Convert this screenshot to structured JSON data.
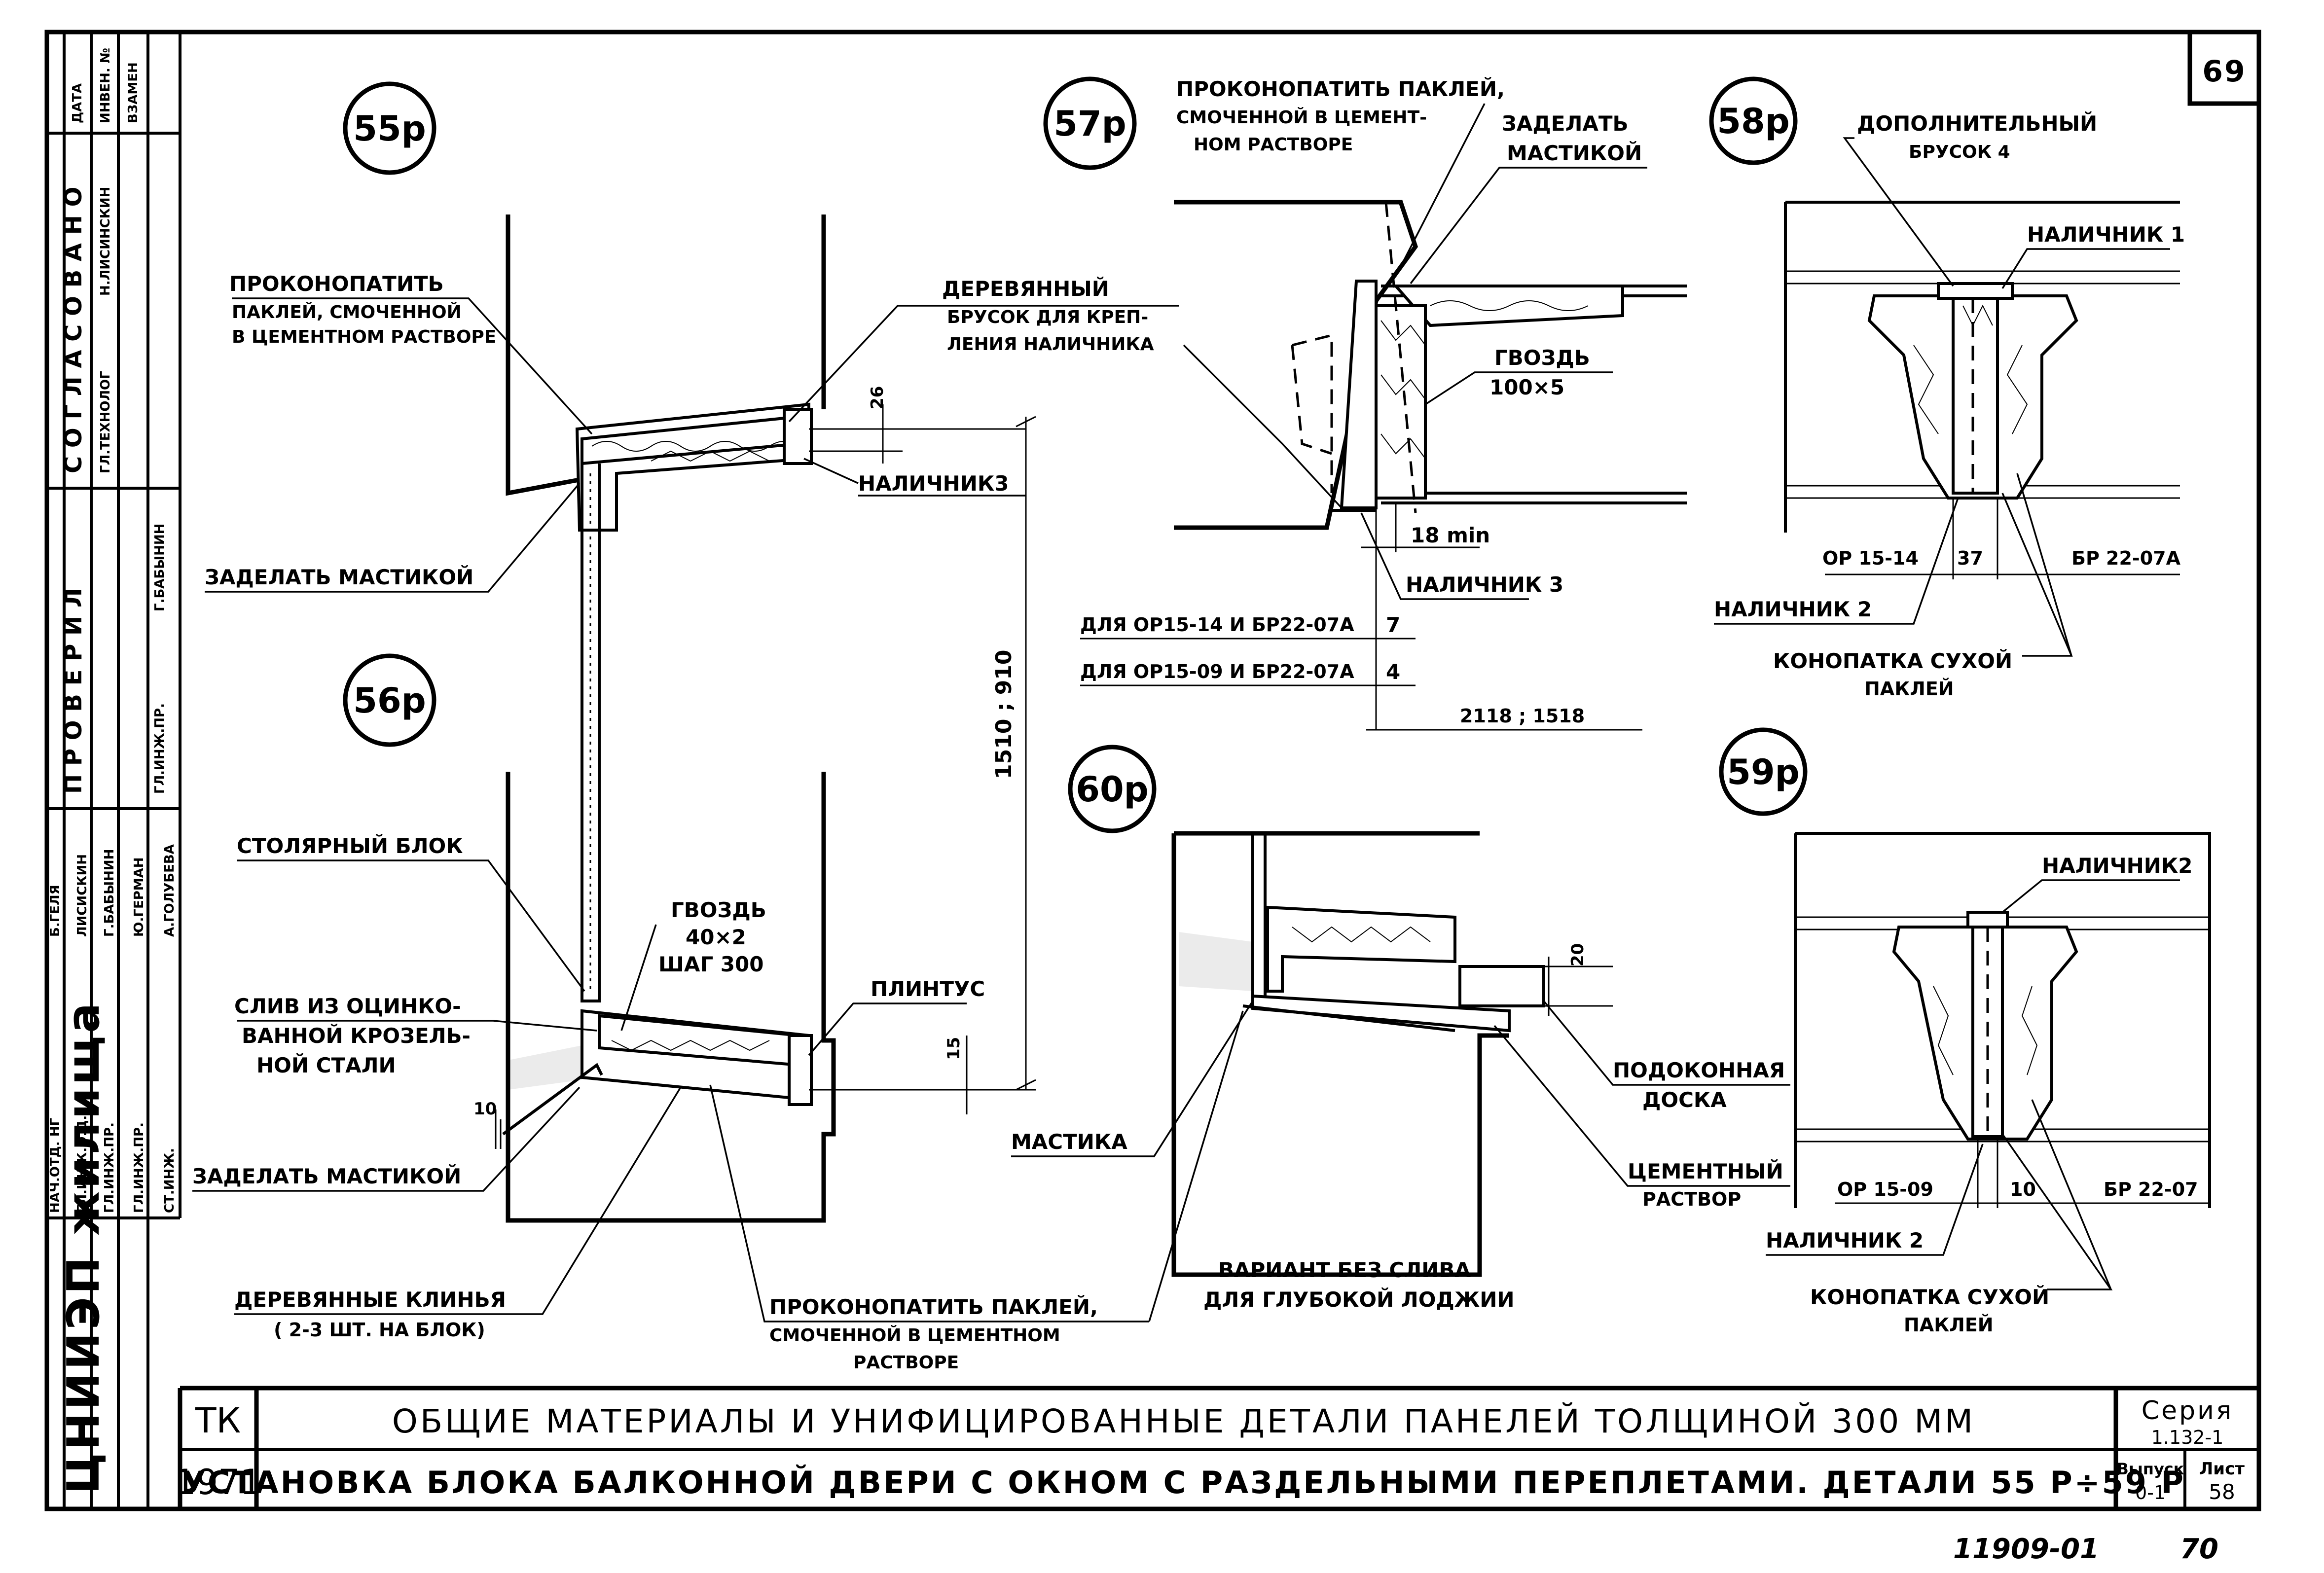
{
  "sheet_number": "69",
  "footer_handwritten": {
    "code": "11909-01",
    "page": "70"
  },
  "title_block": {
    "tk": "ТК",
    "year": "1971",
    "title_line1": "ОБЩИЕ МАТЕРИАЛЫ И УНИФИЦИРОВАННЫЕ ДЕТАЛИ ПАНЕЛЕЙ ТОЛЩИНОЙ 300 ММ",
    "title_line2": "УСТАНОВКА БЛОКА БАЛКОННОЙ ДВЕРИ С ОКНОМ С РАЗДЕЛЬНЫМИ ПЕРЕПЛЕТАМИ. ДЕТАЛИ 55 Р÷59 Р",
    "series_label": "Серия",
    "series_value": "1.132-1",
    "issue_label": "Выпуск",
    "issue_value": "0-1",
    "sheet_label": "Лист",
    "sheet_value": "58",
    "institute": "ЦНИИЭП жилища"
  },
  "side_stamp": {
    "date": "ДАТА",
    "inv_no": "ИНВЕН. №",
    "replace": "ВЗАМЕН",
    "agreed": "С О Г Л А С О В А Н О",
    "checked": "П Р О В Е Р И Л",
    "roles": [
      "НАЧ.ОТД. НГ",
      "ГЛ.ИНЖ.О.Д.",
      "ГЛ.ИНЖ.ПР.",
      "ГЛ.ИНЖ.ПР.",
      "СТ.ИНЖ."
    ],
    "names": [
      "Б.ГЕЛЯ",
      "ЛИСИСКИН",
      "Г.БАБЫНИН",
      "Ю.ГЕРМАН",
      "А.ГОЛУБЕВА"
    ],
    "agree_roles": [
      "ГЛ.ТЕХНОЛОГ",
      "Н.ЛИСИНСКИН"
    ],
    "check_roles": [
      "ГЛ.ИНЖ.ПР.",
      "Г.БАБЫНИН"
    ]
  },
  "details": {
    "d55": {
      "mark": "55р",
      "caulk": [
        "ПРОКОНОПАТИТЬ",
        "ПАКЛЕЙ, СМОЧЕННОЙ",
        "В ЦЕМЕНТНОМ РАСТВОРЕ"
      ],
      "wood_bar": [
        "ДЕРЕВЯННЫЙ",
        "БРУСОК ДЛЯ КРЕП-",
        "ЛЕНИЯ НАЛИЧНИКА"
      ],
      "trim": "НАЛИЧНИК3",
      "mastic": "ЗАДЕЛАТЬ МАСТИКОЙ",
      "dim_26": "26",
      "dim_height": "1510 ; 910"
    },
    "d56": {
      "mark": "56р",
      "joinery": "СТОЛЯРНЫЙ БЛОК",
      "nail": [
        "ГВОЗДЬ",
        "40×2",
        "ШАГ 300"
      ],
      "drip": [
        "СЛИВ ИЗ ОЦИНКО-",
        "ВАННОЙ КРОЗЕЛЬ-",
        "НОЙ СТАЛИ"
      ],
      "plinth": "ПЛИНТУС",
      "mastic": "ЗАДЕЛАТЬ МАСТИКОЙ",
      "wedges": [
        "ДЕРЕВЯННЫЕ КЛИНЬЯ",
        "( 2-3 ШТ. НА БЛОК)"
      ],
      "caulk": [
        "ПРОКОНОПАТИТЬ ПАКЛЕЙ,",
        "СМОЧЕННОЙ В ЦЕМЕНТНОМ",
        "РАСТВОРЕ"
      ],
      "dim_10": "10",
      "dim_15": "15"
    },
    "d57": {
      "mark": "57р",
      "caulk": [
        "ПРОКОНОПАТИТЬ ПАКЛЕЙ,",
        "СМОЧЕННОЙ В ЦЕМЕНТ-",
        "НОМ РАСТВОРЕ"
      ],
      "mastic": [
        "ЗАДЕЛАТЬ",
        "МАСТИКОЙ"
      ],
      "nail": [
        "ГВОЗДЬ",
        "100×5"
      ],
      "dim_18": "18 min",
      "trim": "НАЛИЧНИК 3",
      "note1": "ДЛЯ ОР15-14 И БР22-07А",
      "note1_val": "7",
      "note2": "ДЛЯ ОР15-09 И БР22-07А",
      "note2_val": "4",
      "dim_bottom": "2118 ; 1518"
    },
    "d58": {
      "mark": "58р",
      "extra_bar": [
        "ДОПОЛНИТЕЛЬНЫЙ",
        "БРУСОК 4"
      ],
      "trim1": "НАЛИЧНИК 1",
      "left_code": "ОР 15-14",
      "dim": "37",
      "right_code": "БР 22-07А",
      "trim2": "НАЛИЧНИК 2",
      "dry_caulk": [
        "КОНОПАТКА СУХОЙ",
        "ПАКЛЕЙ"
      ]
    },
    "d59": {
      "mark": "59р",
      "trim2_top": "НАЛИЧНИК2",
      "left_code": "ОР 15-09",
      "dim": "10",
      "right_code": "БР 22-07",
      "trim2": "НАЛИЧНИК 2",
      "dry_caulk": [
        "КОНОПАТКА СУХОЙ",
        "ПАКЛЕЙ"
      ]
    },
    "d60": {
      "mark": "60р",
      "dim_20": "20",
      "sill": [
        "ПОДОКОННАЯ",
        "ДОСКА"
      ],
      "mastic": "МАСТИКА",
      "mortar": [
        "ЦЕМЕНТНЫЙ",
        "РАСТВОР"
      ],
      "variant": [
        "ВАРИАНТ БЕЗ СЛИВА",
        "ДЛЯ ГЛУБОКОЙ ЛОДЖИИ"
      ]
    }
  }
}
